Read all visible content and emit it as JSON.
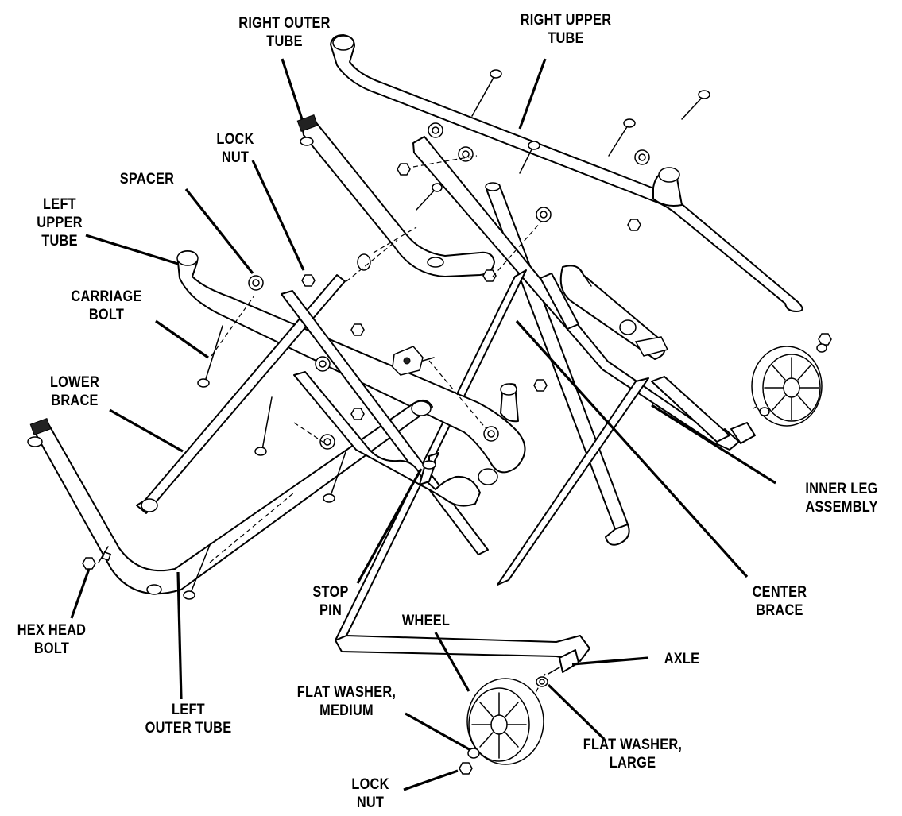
{
  "labels": {
    "right_outer_tube": [
      "RIGHT OUTER",
      "TUBE"
    ],
    "right_upper_tube": [
      "RIGHT UPPER",
      "TUBE"
    ],
    "lock_nut_top": [
      "LOCK",
      "NUT"
    ],
    "spacer": [
      "SPACER"
    ],
    "left_upper_tube": [
      "LEFT",
      "UPPER",
      "TUBE"
    ],
    "carriage_bolt": [
      "CARRIAGE",
      "BOLT"
    ],
    "lower_brace": [
      "LOWER",
      "BRACE"
    ],
    "inner_leg_assembly": [
      "INNER LEG",
      "ASSEMBLY"
    ],
    "center_brace": [
      "CENTER",
      "BRACE"
    ],
    "stop_pin": [
      "STOP",
      "PIN"
    ],
    "hex_head_bolt": [
      "HEX HEAD",
      "BOLT"
    ],
    "wheel": [
      "WHEEL"
    ],
    "axle": [
      "AXLE"
    ],
    "flat_washer_medium": [
      "FLAT WASHER,",
      "MEDIUM"
    ],
    "left_outer_tube": [
      "LEFT",
      "OUTER TUBE"
    ],
    "flat_washer_large": [
      "FLAT WASHER,",
      "LARGE"
    ],
    "lock_nut_bottom": [
      "LOCK",
      "NUT"
    ]
  }
}
